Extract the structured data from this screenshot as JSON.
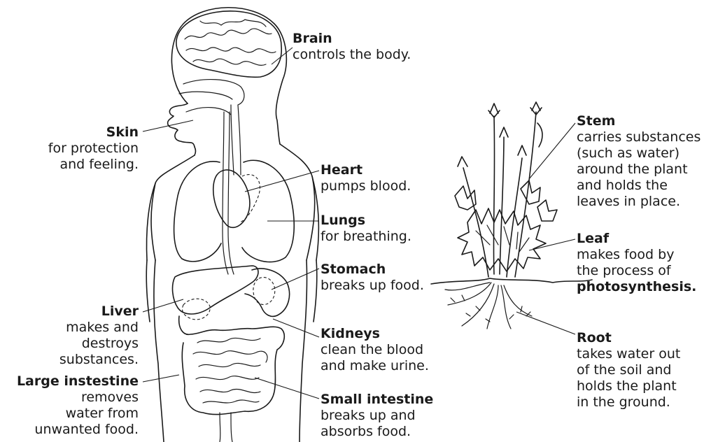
{
  "human": {
    "brain": {
      "title": "Brain",
      "desc": [
        "controls the body."
      ]
    },
    "skin": {
      "title": "Skin",
      "desc": [
        "for protection",
        "and feeling."
      ]
    },
    "heart": {
      "title": "Heart",
      "desc": [
        "pumps blood."
      ]
    },
    "lungs": {
      "title": "Lungs",
      "desc": [
        "for breathing."
      ]
    },
    "stomach": {
      "title": "Stomach",
      "desc": [
        "breaks up food."
      ]
    },
    "liver": {
      "title": "Liver",
      "desc": [
        "makes and",
        "destroys",
        "substances."
      ]
    },
    "kidneys": {
      "title": "Kidneys",
      "desc": [
        "clean the blood",
        "and make urine."
      ]
    },
    "large_intestine": {
      "title": "Large instestine",
      "desc": [
        "removes",
        "water from",
        "unwanted food."
      ]
    },
    "small_intestine": {
      "title": "Small intestine",
      "desc": [
        "breaks up and",
        "absorbs food."
      ]
    }
  },
  "plant": {
    "stem": {
      "title": "Stem",
      "desc": [
        "carries substances",
        "(such as water)",
        "around the plant",
        "and holds the",
        "leaves in place."
      ]
    },
    "leaf": {
      "title": "Leaf",
      "desc": [
        "makes food by",
        "the process of"
      ],
      "emphasis": "photosynthesis."
    },
    "root": {
      "title": "Root",
      "desc": [
        "takes water out",
        "of the soil and",
        "holds the plant",
        "in the ground."
      ]
    }
  }
}
